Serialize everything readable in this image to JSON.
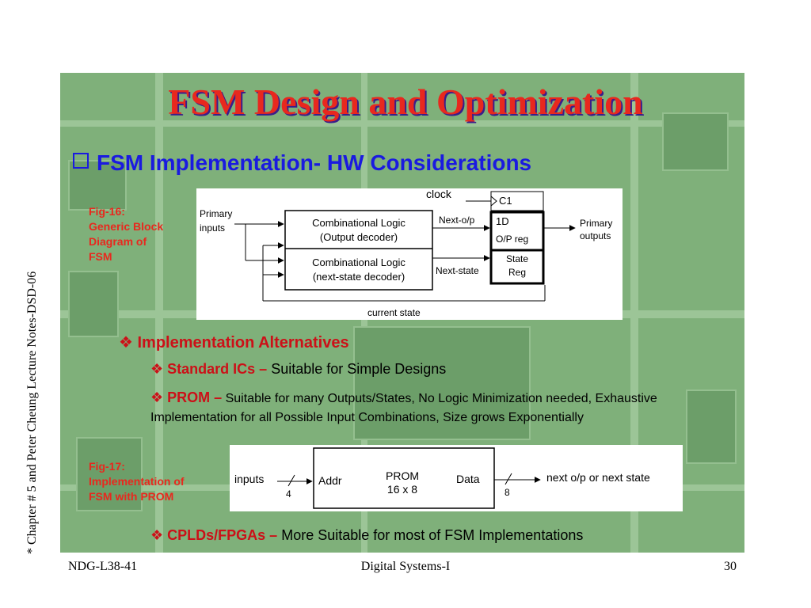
{
  "title": "FSM Design and Optimization",
  "heading": "FSM Implementation- HW Considerations",
  "side_note": "* Chapter # 5 and Peter Cheung Lecture Notes-DSD-06",
  "fig16": {
    "caption": [
      "Fig-16:",
      "Generic Block",
      "Diagram of",
      "FSM"
    ],
    "clock": "clock",
    "primary_inputs": [
      "Primary",
      "inputs"
    ],
    "comb_output": [
      "Combinational Logic",
      "(Output decoder)"
    ],
    "comb_next": [
      "Combinational Logic",
      "(next-state decoder)"
    ],
    "next_op": "Next-o/p",
    "next_state": "Next-state",
    "c1": "C1",
    "d1": "1D",
    "op_reg": "O/P reg",
    "state_reg": [
      "State",
      "Reg"
    ],
    "primary_outputs": [
      "Primary",
      "outputs"
    ],
    "current_state": "current state"
  },
  "alternatives": {
    "title": "Implementation Alternatives",
    "standard_label": "Standard ICs –",
    "standard_text": "Suitable for Simple Designs",
    "prom_label": "PROM –",
    "prom_text": "Suitable for many Outputs/States, No Logic Minimization needed, Exhaustive Implementation for all Possible Input Combinations, Size grows Exponentially",
    "cpld_label": "CPLDs/FPGAs –",
    "cpld_text": "More Suitable for most of FSM Implementations"
  },
  "fig17": {
    "caption": [
      "Fig-17:",
      "Implementation of",
      "FSM with PROM"
    ],
    "inputs": "inputs",
    "bus_in": "4",
    "addr": "Addr",
    "prom": [
      "PROM",
      "16 x 8"
    ],
    "data": "Data",
    "bus_out": "8",
    "next": "next o/p or next state"
  },
  "footer": {
    "left": "NDG-L38-41",
    "center": "Digital Systems-I",
    "right": "30"
  }
}
